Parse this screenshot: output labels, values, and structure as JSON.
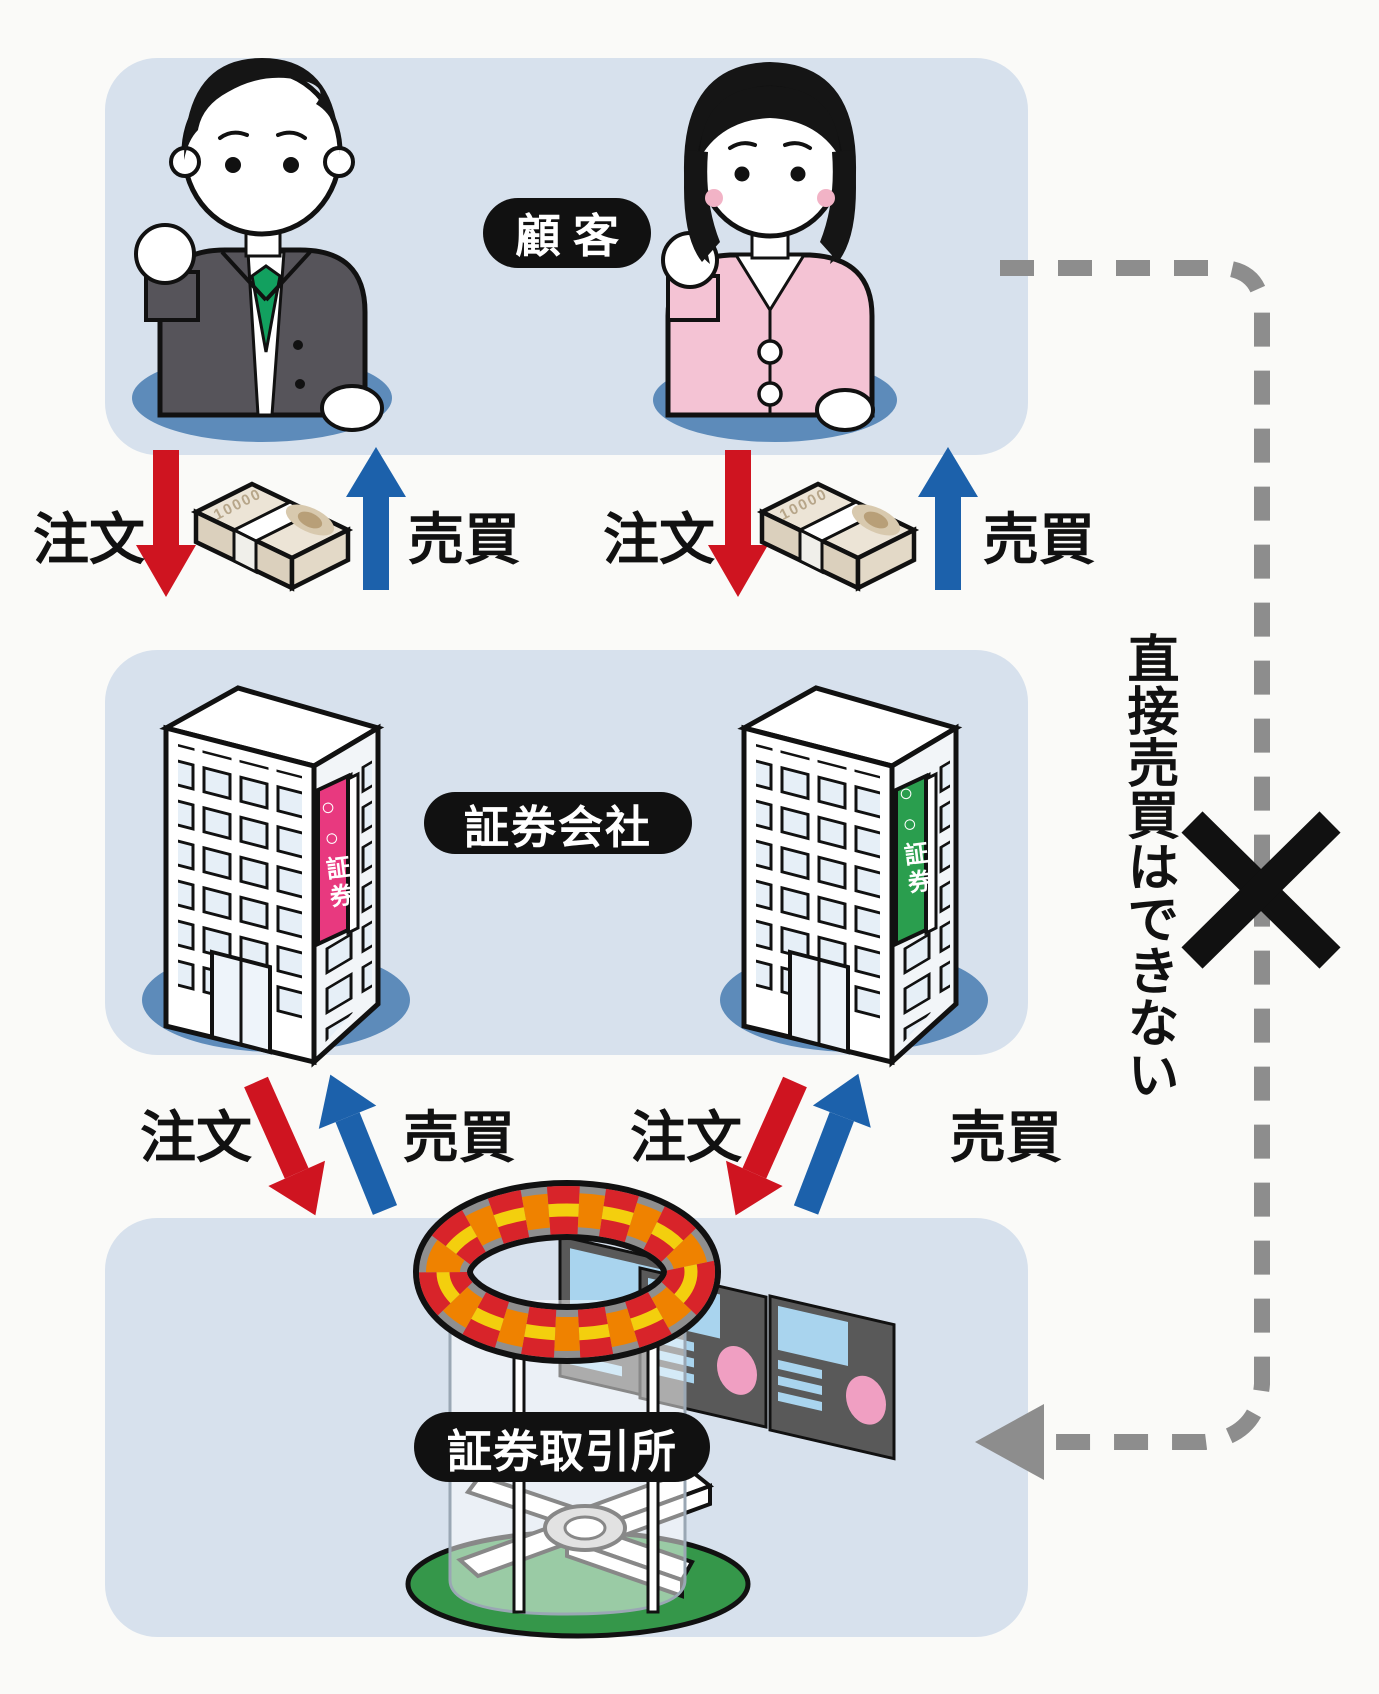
{
  "diagram": {
    "title_labels": {
      "customer": "顧客",
      "securities_company": "証券会社",
      "stock_exchange": "証券取引所"
    },
    "flow_labels": {
      "order": "注文",
      "trade": "売買"
    },
    "securities_sign_text": "○○証券",
    "banknote_text": "10000",
    "restriction_note": "直接売買はできない",
    "colors": {
      "panel_background": "#d7e1ed",
      "order_arrow_red": "#cf1420",
      "trade_arrow_blue": "#1c61ab",
      "label_pill_black": "#111111",
      "sign_pink": "#e8397f",
      "sign_green": "#2a9e4e",
      "dashed_line_gray": "#8d8d8d",
      "exchange_floor_green": "#35974a",
      "shadow_blue": "#5d8bba"
    }
  }
}
